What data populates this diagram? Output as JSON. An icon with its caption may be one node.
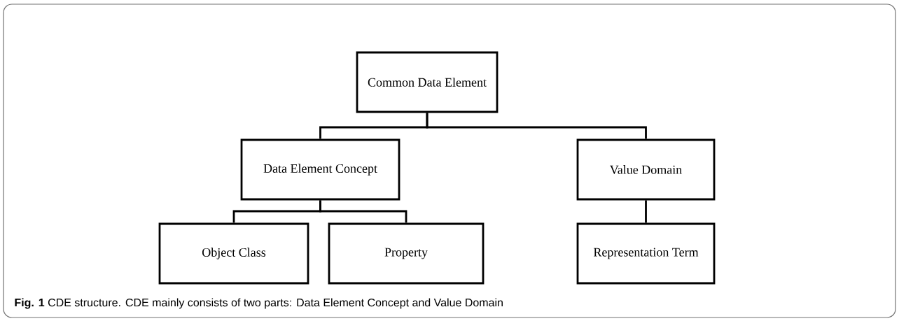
{
  "diagram": {
    "caption": "**Fig. 1** CDE structure. CDE mainly consists of two parts: Data Element Concept and Value Domain",
    "nodes": [
      {
        "text": [
          "Common Data Element"
        ]
      },
      {
        "text": [
          "Data Element Concept"
        ]
      },
      {
        "text": [
          "Value Domain"
        ]
      },
      {
        "text": [
          "Object Class"
        ]
      },
      {
        "text": [
          "Property"
        ]
      },
      {
        "text": [
          "Representation Term"
        ]
      }
    ],
    "edges": [
      {
        "from": 0,
        "to": 1,
        "arrow": "none"
      },
      {
        "from": 0,
        "to": 2,
        "arrow": "none"
      },
      {
        "from": 1,
        "to": 3,
        "arrow": "none"
      },
      {
        "from": 1,
        "to": 4,
        "arrow": "none"
      },
      {
        "from": 2,
        "to": 5,
        "arrow": "none"
      }
    ]
  }
}
